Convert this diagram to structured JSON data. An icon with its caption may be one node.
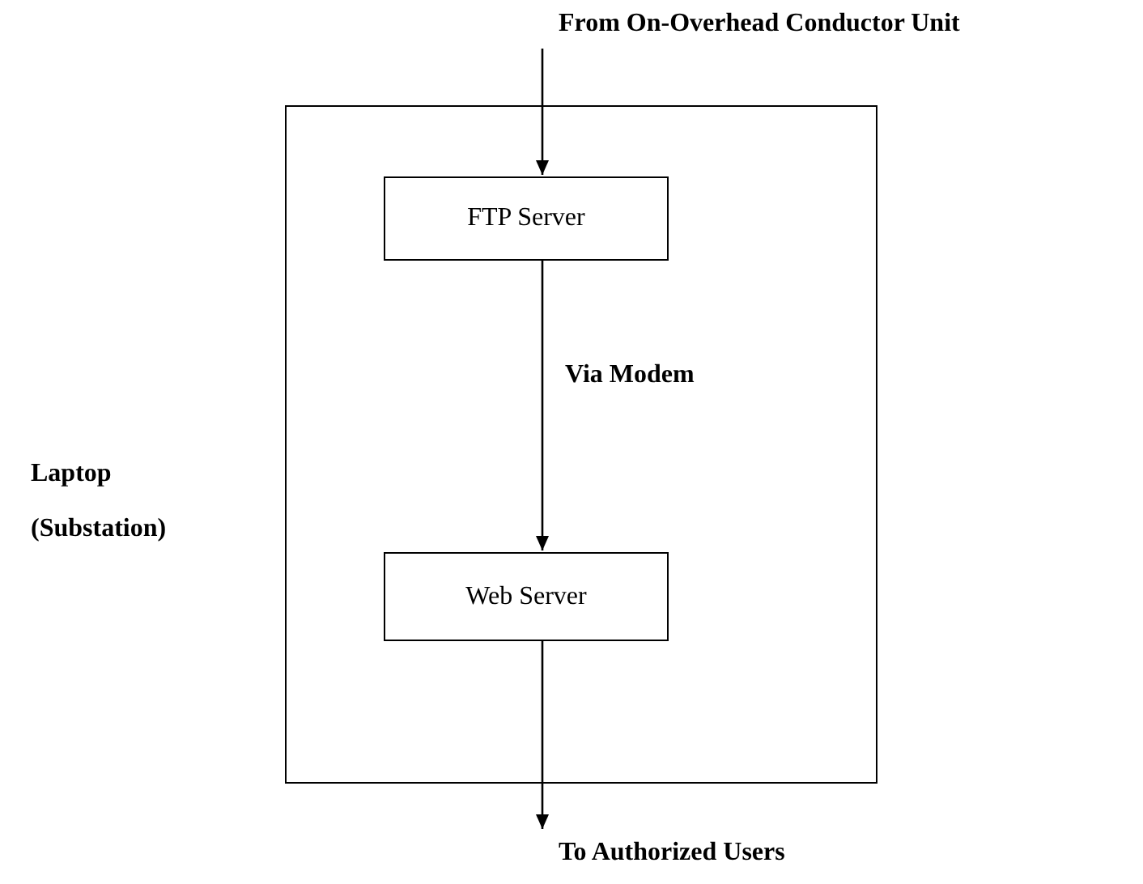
{
  "diagram": {
    "nodes": [
      {
        "text": [
          "Laptop (Substation)"
        ]
      },
      {
        "text": [
          "FTP Server"
        ],
        "in": 0
      },
      {
        "text": [
          "Web Server"
        ],
        "in": 0
      },
      {
        "text": [
          "From On-Overhead Conductor Unit"
        ]
      },
      {
        "text": [
          "To Authorized Users"
        ]
      }
    ],
    "edges": [
      {
        "from": 3,
        "to": 1,
        "arrow": "to"
      },
      {
        "from": 1,
        "to": 2,
        "arrow": "to",
        "label": "Via Modem"
      },
      {
        "from": 2,
        "to": 4,
        "arrow": "to"
      }
    ]
  }
}
